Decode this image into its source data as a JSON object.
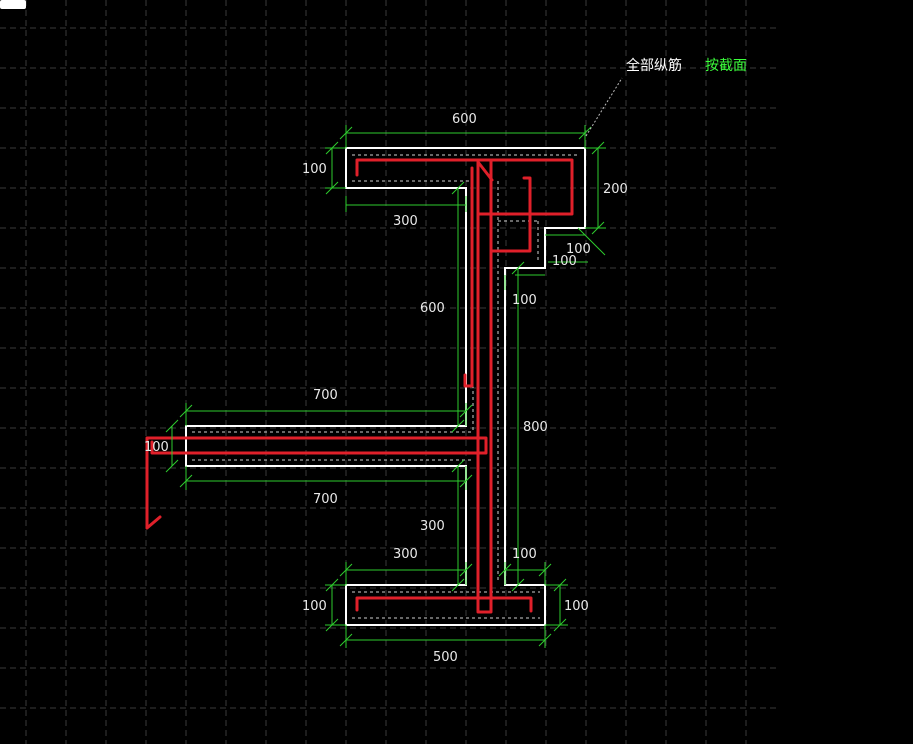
{
  "colors": {
    "background": "#000000",
    "grid": "#3a3a3a",
    "section_outline": "#ffffff",
    "rebar": "#e0202a",
    "dimension": "#2ecc2e",
    "dimension_text": "#e8e8e8",
    "legend_white": "#ffffff",
    "legend_green": "#3cff3c"
  },
  "legend": {
    "all_longitudinal": "全部纵筋",
    "by_section": "按截面"
  },
  "dimensions": {
    "top_width": "600",
    "top_thickness": "100",
    "top_right_depth": "200",
    "top_inner": "300",
    "step_a": "100",
    "step_b": "100",
    "step_c": "100",
    "upper_web": "600",
    "web_right": "800",
    "arm_top": "700",
    "arm_end": "100",
    "arm_bottom": "700",
    "lower_web": "300",
    "bottom_inner": "300",
    "bottom_right": "100",
    "bottom_left_thickness": "100",
    "bottom_right_thickness": "100",
    "bottom_width": "500"
  }
}
